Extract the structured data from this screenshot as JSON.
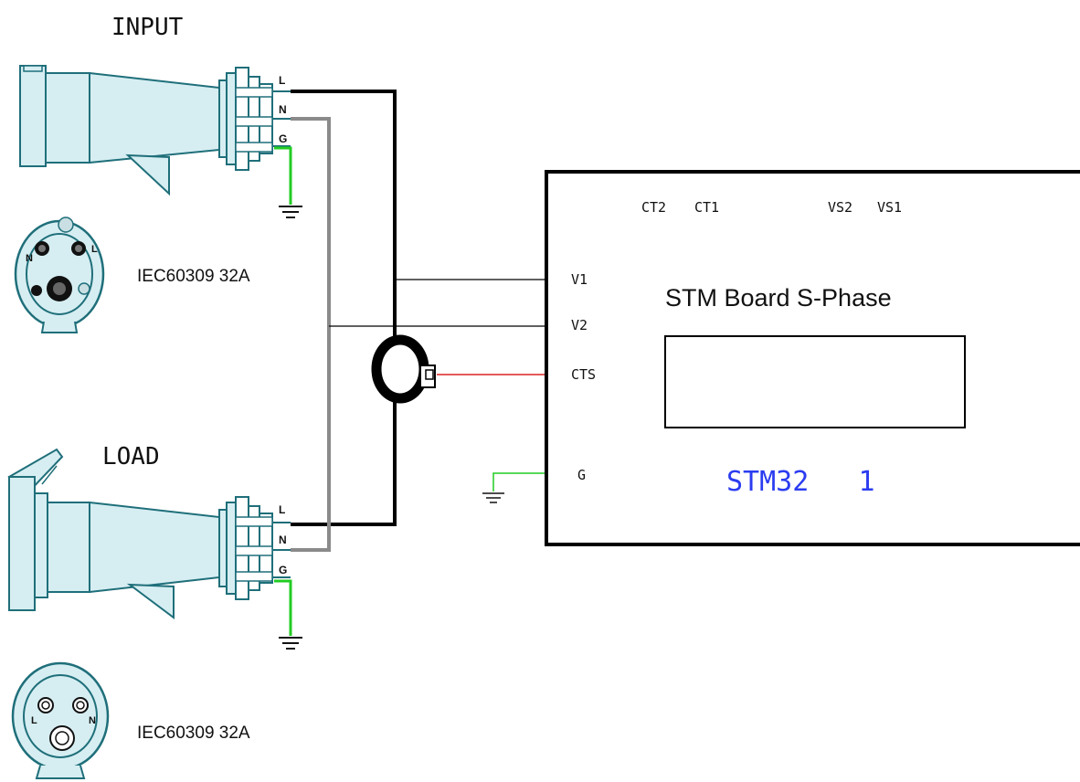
{
  "input_plug": {
    "heading": "INPUT",
    "pins": {
      "line": "L",
      "neutral": "N",
      "ground": "G"
    },
    "socket_face_pins": {
      "line": "L",
      "neutral": "N"
    },
    "standard": "IEC60309 32A"
  },
  "load_plug": {
    "heading": "LOAD",
    "pins": {
      "line": "L",
      "neutral": "N",
      "ground": "G"
    },
    "socket_face_pins": {
      "line": "L",
      "neutral": "N"
    },
    "standard": "IEC60309 32A"
  },
  "board": {
    "title": "STM Board S-Phase",
    "subtitle": "STM32   1",
    "top_pins": {
      "ct2": "CT2",
      "ct1": "CT1",
      "vs2": "VS2",
      "vs1": "VS1"
    },
    "left_pins": {
      "v1": "V1",
      "v2": "V2",
      "cts": "CTS",
      "g": "G"
    }
  },
  "colors": {
    "line_wire": "#000000",
    "neutral_wire": "#8a8a8a",
    "ground_wire": "#22cc22",
    "ct_signal_wire": "#dd2222",
    "plug_fill": "#d6eef2",
    "plug_stroke": "#1f6f7a",
    "board_subtitle": "#2b3cf0"
  }
}
